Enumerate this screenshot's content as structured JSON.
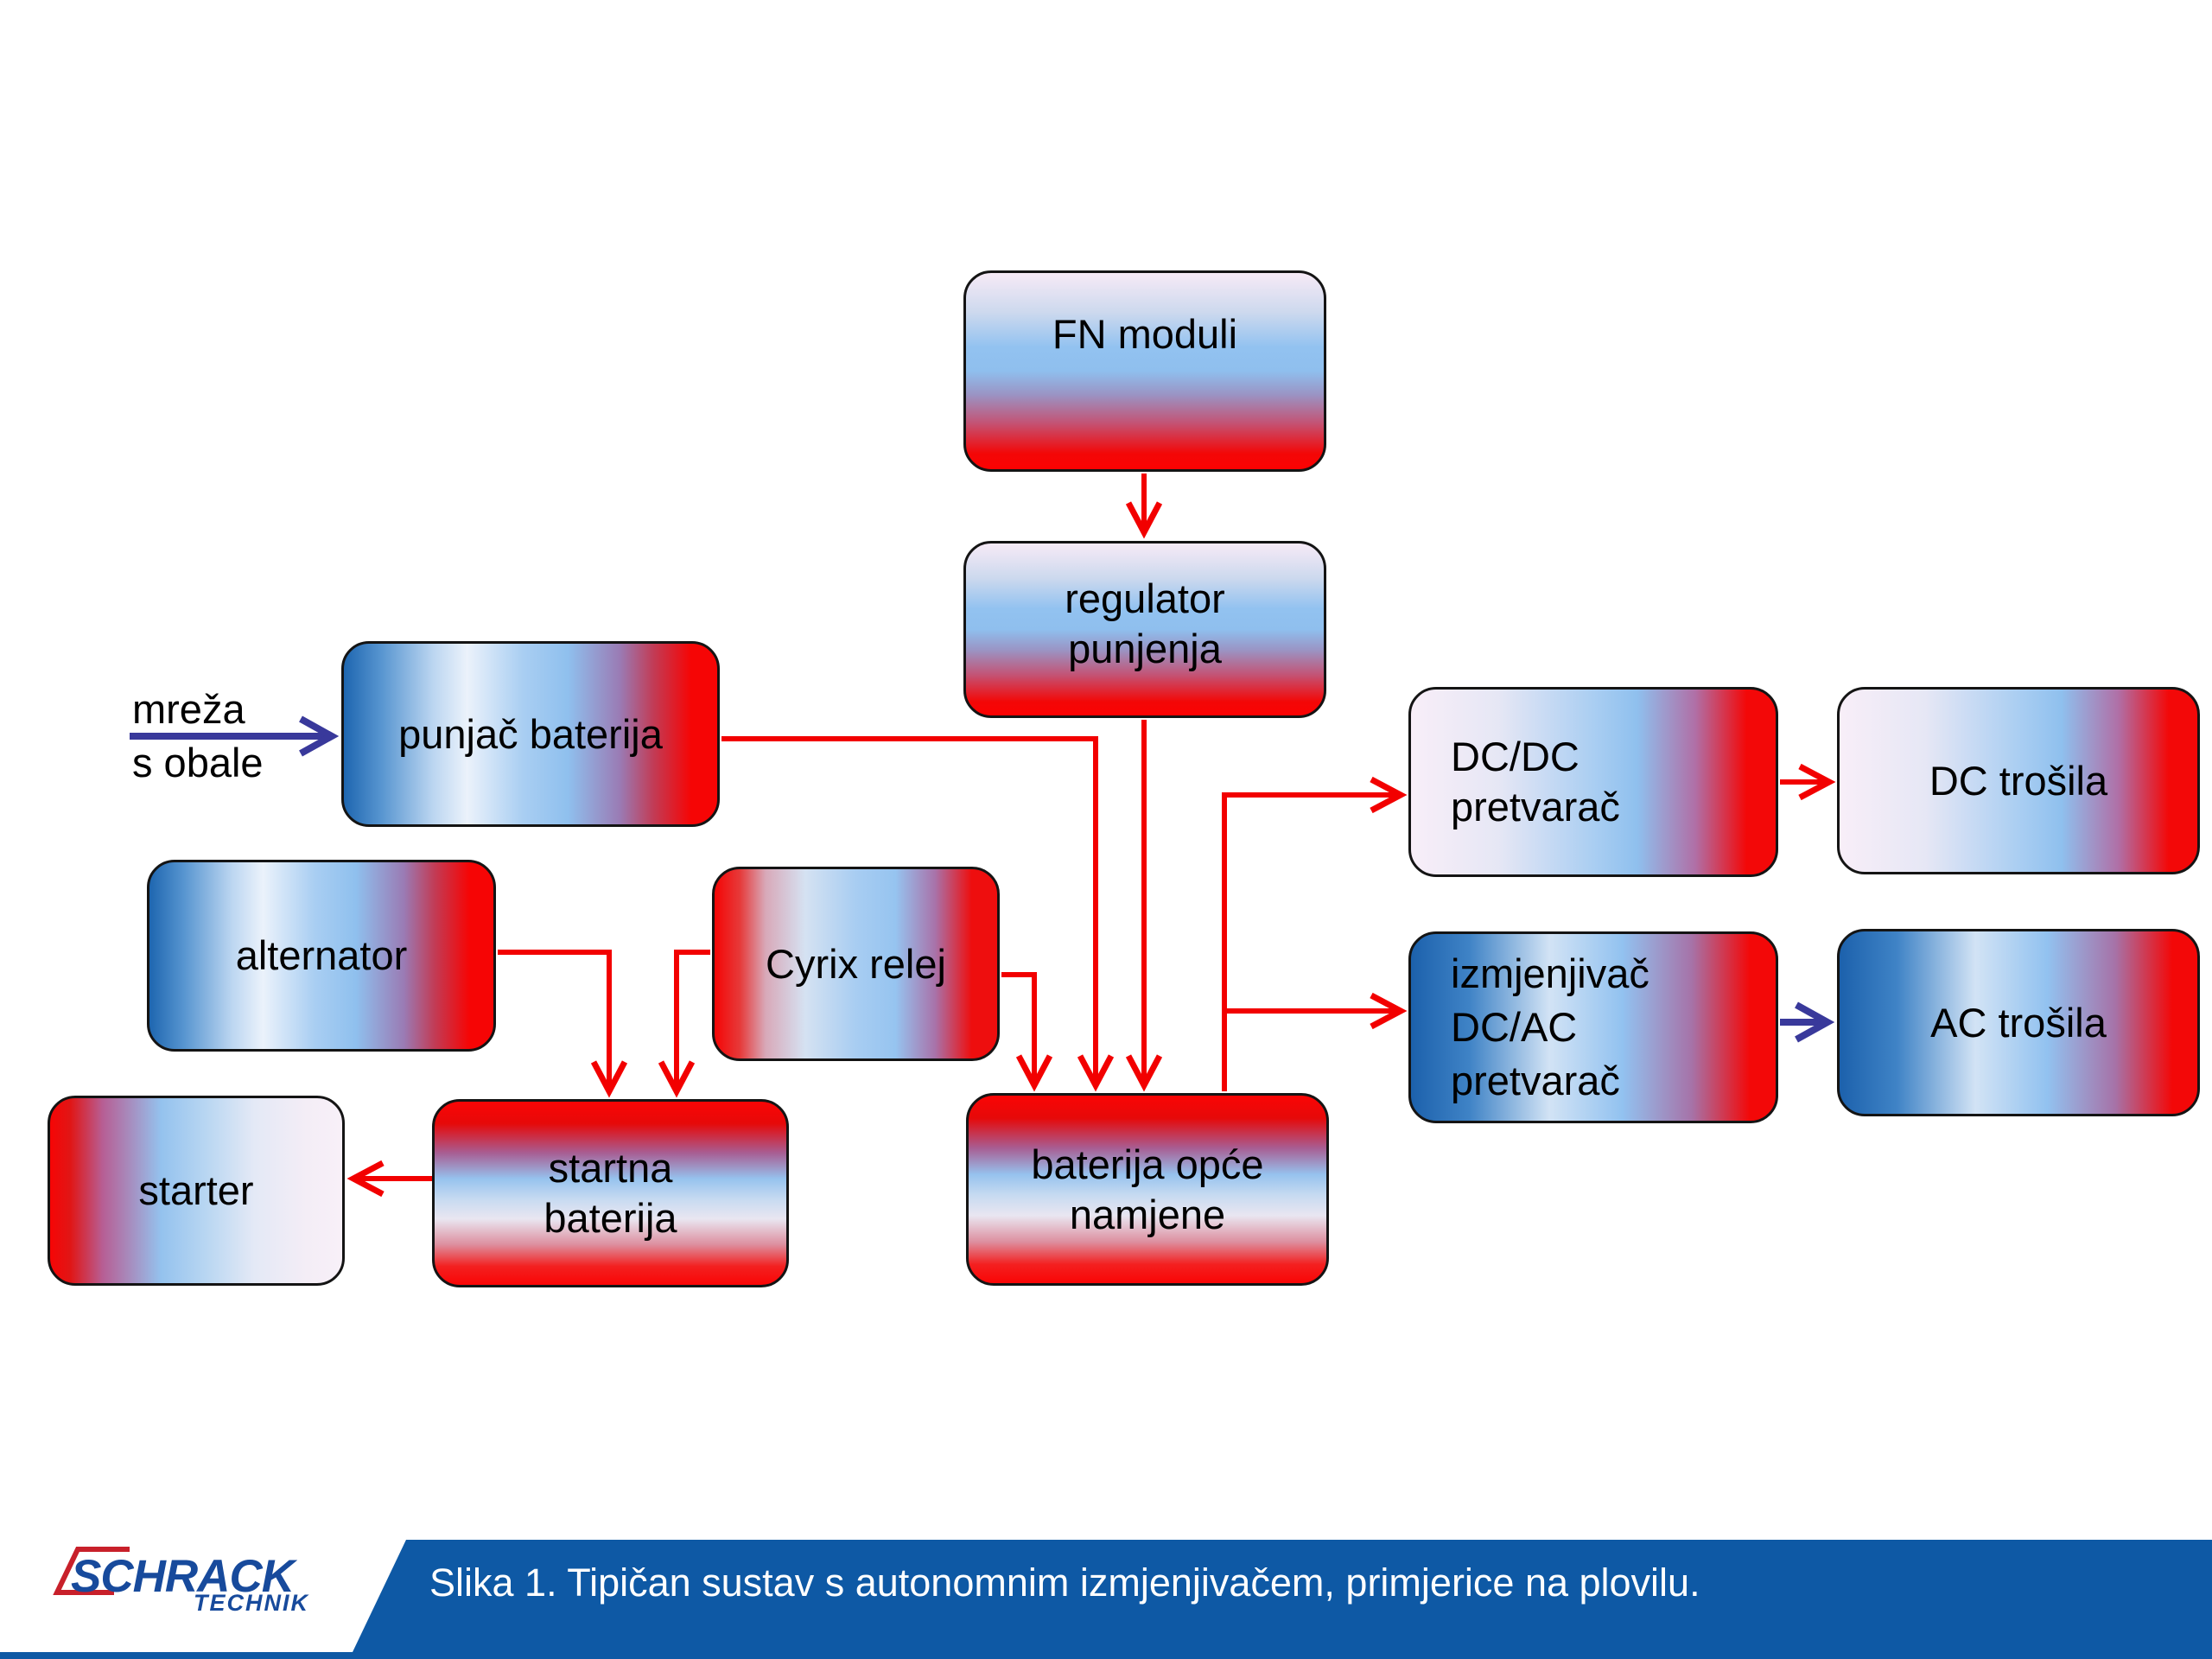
{
  "diagram": {
    "nodes": {
      "fn": {
        "label": "FN moduli"
      },
      "regulator": {
        "label": "regulator\npunjenja"
      },
      "punjac": {
        "label": "punjač baterija"
      },
      "alternator": {
        "label": "alternator"
      },
      "cyrix": {
        "label": "Cyrix relej"
      },
      "starter": {
        "label": "starter"
      },
      "startna": {
        "label": "startna\nbaterija"
      },
      "baterija": {
        "label": "baterija opće\nnamjene"
      },
      "dcdc": {
        "label": "DC/DC\npretvarač"
      },
      "dctrosila": {
        "label": "DC trošila"
      },
      "izmjenjivac": {
        "label": "izmjenjivač\nDC/AC\npretvarač"
      },
      "actrosila": {
        "label": "AC trošila"
      }
    },
    "annotations": {
      "shore": "mreža\ns obale"
    },
    "colors": {
      "red_connector": "#f20000",
      "blue_connector": "#39399b",
      "node_border": "#141414",
      "gradient_blue": "#1e66b0",
      "gradient_red": "#f60505"
    }
  },
  "footer": {
    "caption": "Slika 1. Tipičan sustav s autonomnim izmjenjivačem, primjerice na plovilu.",
    "bar_color": "#0e59a5"
  },
  "logo": {
    "brand": "SCHRACK",
    "sub": "TECHNIK",
    "blue": "#174a9c",
    "red": "#c8202a"
  }
}
